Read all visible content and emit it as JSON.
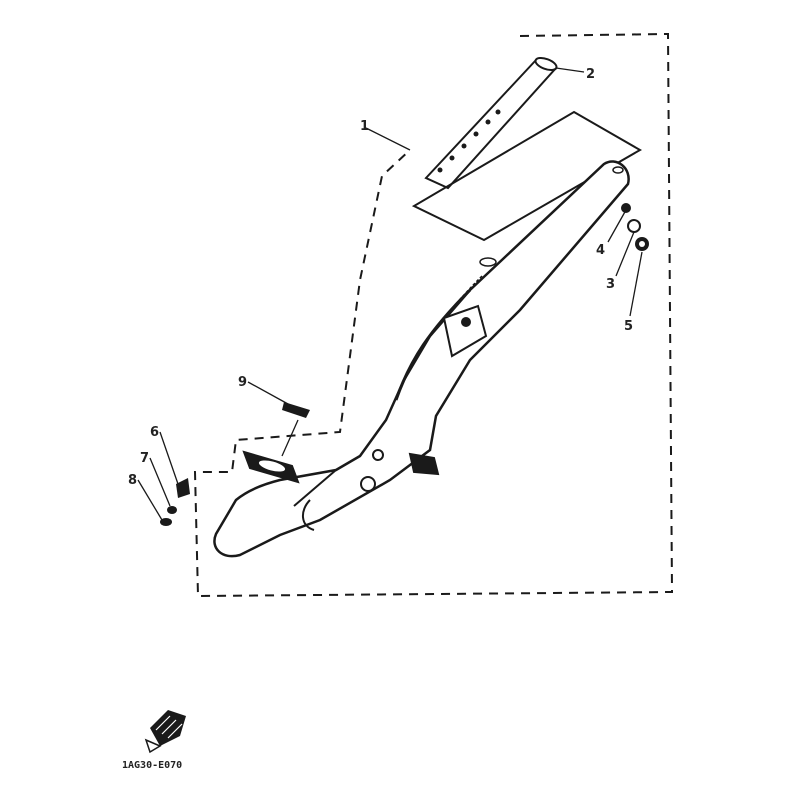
{
  "diagram": {
    "ink_color": "#1a1a1a",
    "background_color": "#ffffff",
    "callouts": {
      "c1": "1",
      "c2": "2",
      "c3": "3",
      "c4": "4",
      "c5": "5",
      "c6": "6",
      "c7": "7",
      "c8": "8",
      "c9": "9"
    },
    "figure_code": "1AG30-E070",
    "icons": [
      "engine-orientation-icon"
    ]
  }
}
